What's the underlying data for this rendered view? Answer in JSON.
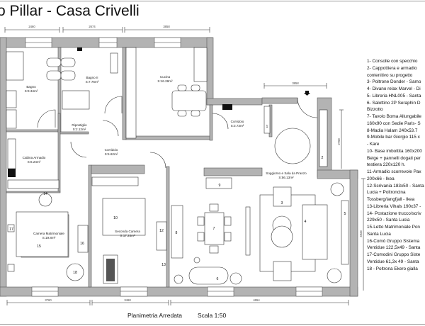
{
  "header": {
    "title": "o Pillar - Casa Crivelli"
  },
  "rooms": {
    "bagno": {
      "name": "Bagno",
      "area": "S:9.34m²"
    },
    "bagno2": {
      "name": "Bagno II",
      "area": "S:7.76m²"
    },
    "ripostiglio": {
      "name": "Ripostiglio",
      "area": "S:2.12m²"
    },
    "cucina": {
      "name": "Cucina",
      "area": "S:16.28m²"
    },
    "corridoio1": {
      "name": "Corridoio",
      "area": "S:3.73m²"
    },
    "corridoio2": {
      "name": "Corridoio",
      "area": "S:5.62m²"
    },
    "cabina": {
      "name": "Cabina Armadio",
      "area": "S:6.24m²"
    },
    "matrimoniale": {
      "name": "Camera Matrimoniale",
      "area": "S:19.8m²"
    },
    "seconda": {
      "name": "Seconda Camera",
      "area": "S:17.24m²"
    },
    "soggiorno": {
      "name": "Soggiorno e Sala da Pranzo",
      "area": "S:56.13m²"
    }
  },
  "dimensions": {
    "top": [
      "2460",
      "2674",
      "3858"
    ],
    "bottom": [
      "3760",
      "3468",
      "4654"
    ],
    "entrance": "3858",
    "right_upper": "2758",
    "right_lower": "4933"
  },
  "furniture_numbers": [
    "1",
    "2",
    "3",
    "4",
    "5",
    "6",
    "7",
    "8",
    "9",
    "10",
    "12",
    "13",
    "14",
    "15",
    "16",
    "17",
    "18"
  ],
  "legend": [
    "1- Consolle con specchio",
    "2- Cappottiera e armadio",
    "contenitivo su progetto",
    "3- Poltrone Donder - Samo",
    "4- Divano relax Marvel - Di",
    "5- Libreria HNL005 - Santa",
    "6- Salottino 2P Seraphin D",
    "Bizzotto",
    "7- Tavolo Boma Allungabile",
    "160x90 con Sedie Paris- S",
    "8-Madia Halam 240x53.7",
    "9-Mobile bar Giorgio 115 x",
    "- Kare",
    "10- Base imbottita 160x200",
    "Beige + pannelli dogati per",
    "testiera 220x120 h.",
    "11-Armadio scorrevole Pax",
    "200x66 - Ikea",
    "12-Scrivania 183x50 - Santa",
    "Lucia + Poltroncina",
    "Tossberg/langfjall - Ikea",
    "13-Libreria Vihals 190x37 -",
    "14- Postazione trucco/scriv",
    "229x50 - Santa Lucia",
    "15-Letto Matrimoniale Pon",
    "Santa Lucia",
    "16-Comò Gruppo Sistema",
    "Ventidue 122,5x49 - Santa",
    "17-Comodini Gruppo Siste",
    "Ventidue 61,3x 49 - Santa",
    "18 - Poltrona Ekero gialla"
  ],
  "footer": {
    "caption": "Planimetria Arredata",
    "scale": "Scala 1:50"
  }
}
